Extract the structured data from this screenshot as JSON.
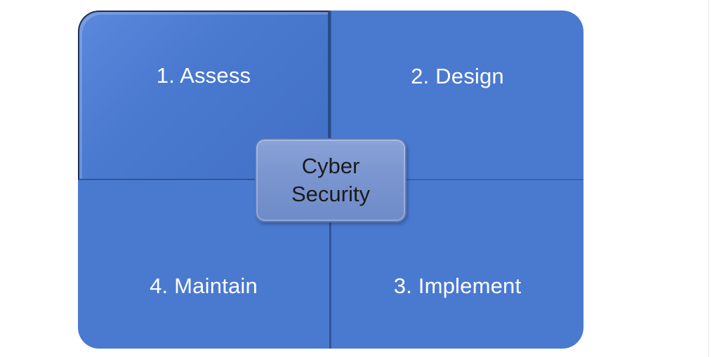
{
  "diagram": {
    "center_label": "Cyber\nSecurity",
    "quadrants": {
      "top_left": "1. Assess",
      "top_right": "2. Design",
      "bottom_right": "3. Implement",
      "bottom_left": "4. Maintain"
    }
  },
  "colors": {
    "quadrant_fill": "#4a79d0",
    "center_fill": "#7a95cf",
    "quadrant_text": "#ffffff",
    "center_text": "#1b1b1b"
  }
}
